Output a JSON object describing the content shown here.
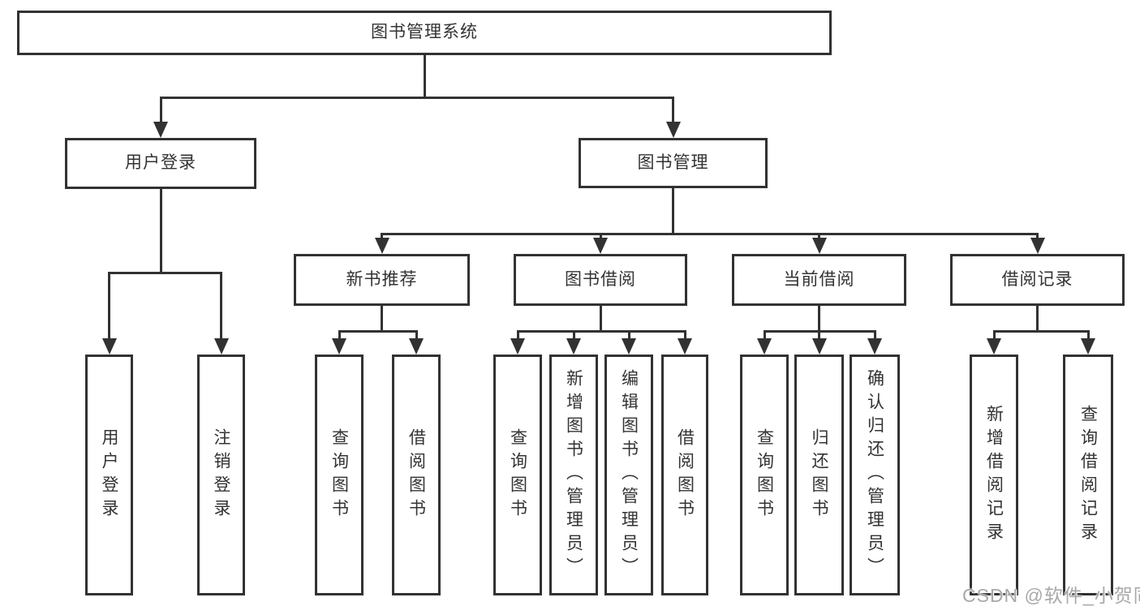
{
  "diagram_title": "图书管理系统",
  "colors": {
    "background": "#ffffff",
    "line": "#323232",
    "box_border": "#323232",
    "text": "#333333",
    "watermark": "#a8a8a8"
  },
  "watermark": {
    "text": "CSDN @软件_小贺同学"
  },
  "tree": {
    "id": "root",
    "label": "图书管理系统",
    "children": [
      {
        "id": "user_login",
        "label": "用户登录",
        "children": [
          {
            "id": "user_login_leaf",
            "label": "用户登录"
          },
          {
            "id": "logout_leaf",
            "label": "注销登录"
          }
        ]
      },
      {
        "id": "book_mgmt",
        "label": "图书管理",
        "children": [
          {
            "id": "new_book_rec",
            "label": "新书推荐",
            "children": [
              {
                "id": "nbr_query",
                "label": "查询图书"
              },
              {
                "id": "nbr_borrow",
                "label": "借阅图书"
              }
            ]
          },
          {
            "id": "book_borrow",
            "label": "图书借阅",
            "children": [
              {
                "id": "bb_query",
                "label": "查询图书"
              },
              {
                "id": "bb_add",
                "label": "新增图书（管理员）"
              },
              {
                "id": "bb_edit",
                "label": "编辑图书（管理员）"
              },
              {
                "id": "bb_borrow",
                "label": "借阅图书"
              }
            ]
          },
          {
            "id": "current_borrow",
            "label": "当前借阅",
            "children": [
              {
                "id": "cb_query",
                "label": "查询图书"
              },
              {
                "id": "cb_return",
                "label": "归还图书"
              },
              {
                "id": "cb_confirm",
                "label": "确认归还（管理员）"
              }
            ]
          },
          {
            "id": "borrow_record",
            "label": "借阅记录",
            "children": [
              {
                "id": "br_add",
                "label": "新增借阅记录"
              },
              {
                "id": "br_query",
                "label": "查询借阅记录"
              }
            ]
          }
        ]
      }
    ]
  }
}
